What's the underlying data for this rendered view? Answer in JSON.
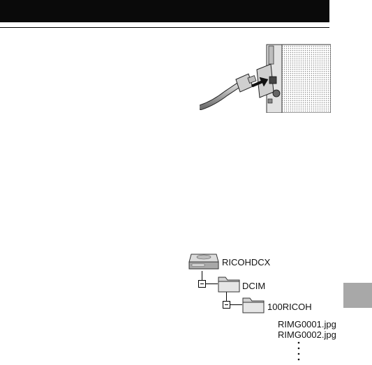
{
  "header": {
    "title": ""
  },
  "file_tree": {
    "drive": {
      "label": "RICOHDCX",
      "icon": "removable-drive-icon"
    },
    "folders": [
      {
        "label": "DCIM",
        "icon": "folder-icon",
        "expander": "collapse-minus-icon"
      },
      {
        "label": "100RICOH",
        "icon": "folder-icon",
        "expander": "collapse-minus-icon"
      }
    ],
    "files": [
      {
        "label": "RIMG0001.jpg"
      },
      {
        "label": "RIMG0002.jpg"
      }
    ],
    "more_indicator": "vertical-ellipsis-icon"
  },
  "illustration": {
    "icon": "camera-usb-cable-illustration"
  },
  "colors": {
    "header": "#0a0a0a",
    "tab": "#a8a8a8",
    "text": "#111111"
  }
}
